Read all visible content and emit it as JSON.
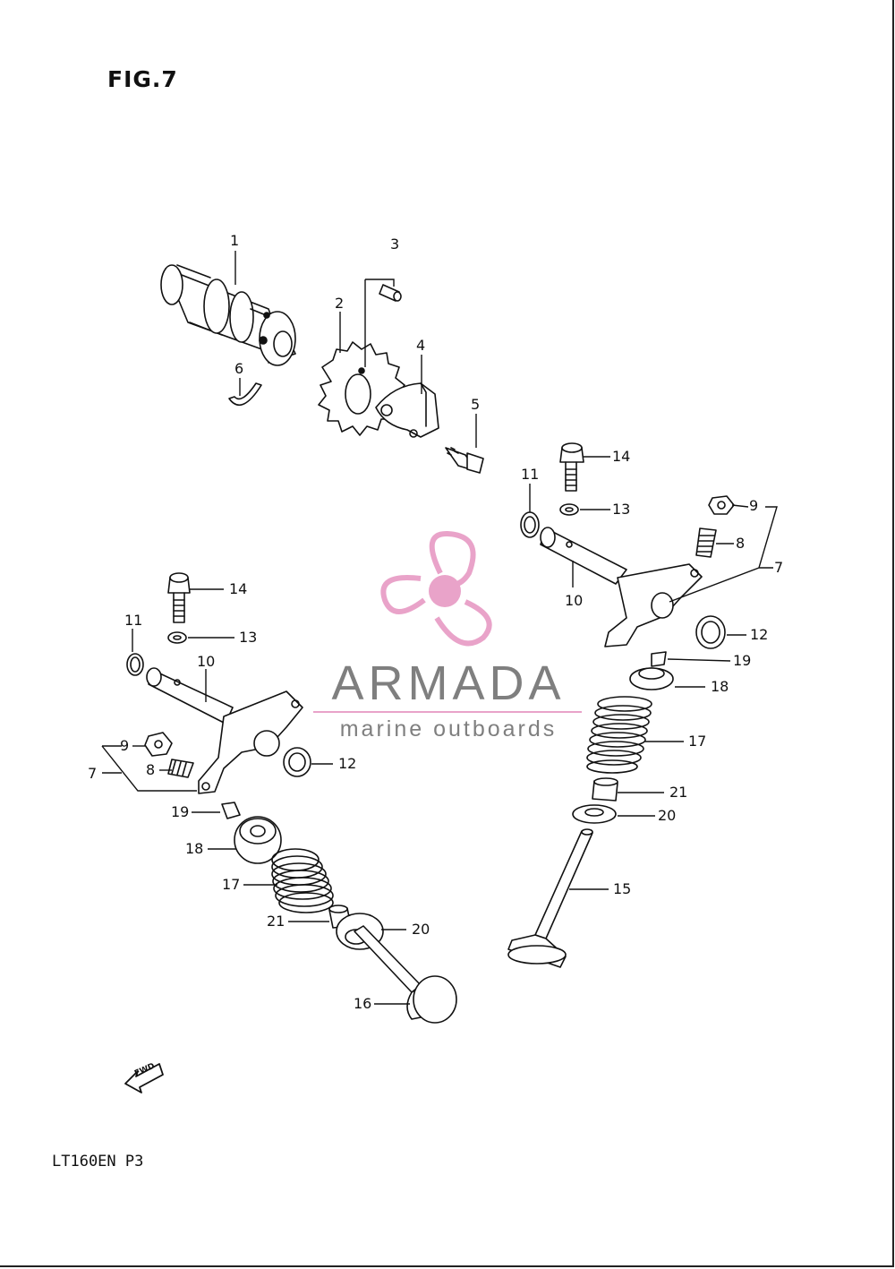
{
  "figure": {
    "title": "FIG.7",
    "model_code": "LT160EN P3",
    "direction_marker": "FWD"
  },
  "watermark": {
    "brand": "ARMADA",
    "tagline": "marine outboards",
    "colors": {
      "logo": "#e9a3c9",
      "text": "#7f7f7f"
    }
  },
  "callouts": {
    "c1": "1",
    "c2": "2",
    "c3": "3",
    "c4": "4",
    "c5": "5",
    "c6": "6",
    "r7": "7",
    "r8": "8",
    "r9": "9",
    "r10": "10",
    "r11": "11",
    "r12": "12",
    "r13": "13",
    "r14": "14",
    "r15": "15",
    "r17": "17",
    "r18": "18",
    "r19": "19",
    "r20": "20",
    "r21": "21",
    "l7": "7",
    "l8": "8",
    "l9": "9",
    "l10": "10",
    "l11": "11",
    "l12": "12",
    "l13": "13",
    "l14": "14",
    "l16": "16",
    "l17": "17",
    "l18": "18",
    "l19": "19",
    "l20": "20",
    "l21": "21"
  }
}
